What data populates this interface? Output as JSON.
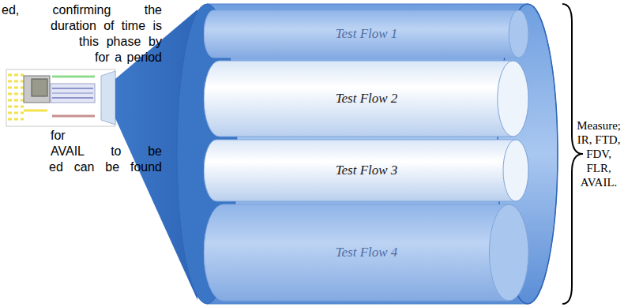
{
  "diagram": {
    "nodes": [
      {
        "text": [
          "Test Flow 1"
        ]
      },
      {
        "text": [
          "Test Flow 2"
        ]
      },
      {
        "text": [
          "Test Flow 3"
        ]
      },
      {
        "text": [
          "Test Flow 4"
        ]
      }
    ],
    "labels": [
      "ed, confirming the",
      "duration of time is",
      "this phase by",
      "for a period",
      "for",
      "AVAIL to be",
      "ed can be found",
      "Measure; IR, FTD, FDV, FLR, AVAIL."
    ]
  }
}
